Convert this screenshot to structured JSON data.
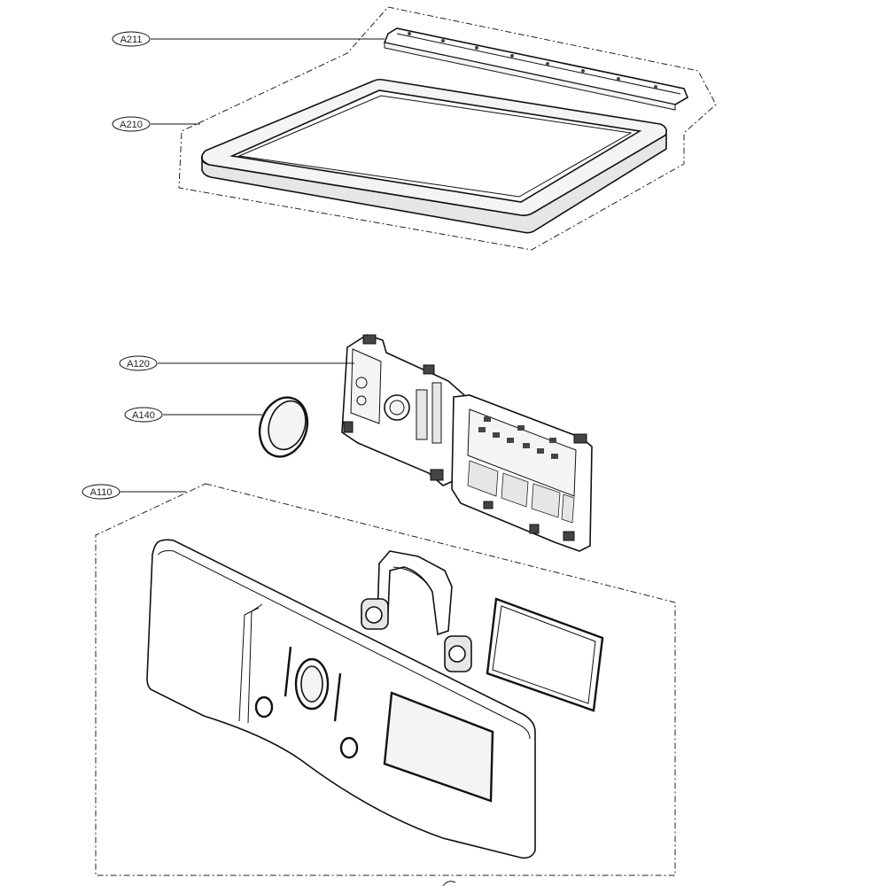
{
  "callouts": [
    {
      "id": "A211",
      "label": "A211"
    },
    {
      "id": "A210",
      "label": "A210"
    },
    {
      "id": "A120",
      "label": "A120"
    },
    {
      "id": "A140",
      "label": "A140"
    },
    {
      "id": "A110",
      "label": "A110"
    }
  ],
  "parts": [
    {
      "name": "top-rail-strip"
    },
    {
      "name": "top-glass-frame"
    },
    {
      "name": "control-pcb-assembly"
    },
    {
      "name": "knob-cap"
    },
    {
      "name": "control-panel-assembly"
    }
  ]
}
